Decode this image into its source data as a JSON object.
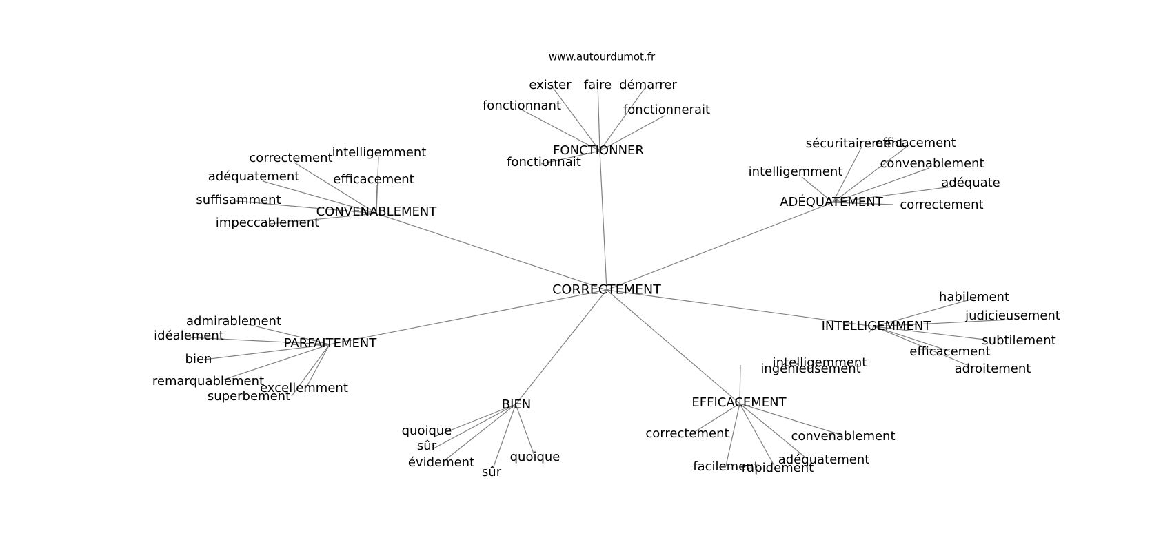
{
  "site": "www.autourdumot.fr",
  "center": "CORRECTEMENT",
  "hubs": [
    {
      "id": "fonctionner",
      "label": "FONCTIONNER",
      "leaves": [
        "exister",
        "faire",
        "démarrer",
        "fonctionnant",
        "fonctionnerait",
        "fonctionnait"
      ]
    },
    {
      "id": "convenablement",
      "label": "CONVENABLEMENT",
      "leaves": [
        "intelligemment",
        "correctement",
        "efficacement",
        "adéquatement",
        "suffisamment",
        "impeccablement"
      ]
    },
    {
      "id": "adequatement",
      "label": "ADÉQUATEMENT",
      "leaves": [
        "sécuritairement",
        "efficacement",
        "convenablement",
        "intelligemment",
        "adéquate",
        "correctement"
      ]
    },
    {
      "id": "parfaitement",
      "label": "PARFAITEMENT",
      "leaves": [
        "admirablement",
        "idéalement",
        "bien",
        "remarquablement",
        "excellemment",
        "superbement"
      ]
    },
    {
      "id": "intelligemment",
      "label": "INTELLIGEMMENT",
      "leaves": [
        "habilement",
        "judicieusement",
        "subtilement",
        "efficacement",
        "adroitement",
        "ingénieusement"
      ]
    },
    {
      "id": "bien",
      "label": "BIEN",
      "leaves": [
        "quoique",
        "sûr",
        "évidement",
        "sûr",
        "quoique"
      ]
    },
    {
      "id": "efficacement",
      "label": "EFFICACEMENT",
      "leaves": [
        "intelligemment",
        "correctement",
        "convenablement",
        "adéquatement",
        "facilement",
        "rapidement"
      ]
    }
  ]
}
